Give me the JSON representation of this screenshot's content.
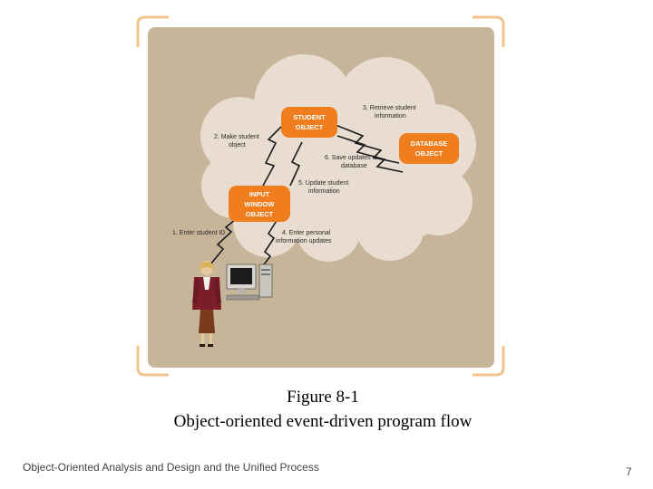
{
  "diagram": {
    "objects": {
      "student": [
        "STUDENT",
        "OBJECT"
      ],
      "database": [
        "DATABASE",
        "OBJECT"
      ],
      "input": [
        "INPUT",
        "WINDOW",
        "OBJECT"
      ]
    },
    "steps": {
      "s1": [
        "1. Enter student ID"
      ],
      "s2": [
        "2. Make student",
        "object"
      ],
      "s3": [
        "3. Retrieve student",
        "information"
      ],
      "s4": [
        "4. Enter personal",
        "information updates"
      ],
      "s5": [
        "5. Update student",
        "information"
      ],
      "s6": [
        "6. Save updates to",
        "database"
      ]
    },
    "colors": {
      "panel": "#c7b59a",
      "cloud": "#e8ddd0",
      "object": "#f07e1f",
      "bracket": "#f2c38a"
    }
  },
  "caption": {
    "line1": "Figure 8-1",
    "line2": "Object-oriented event-driven program flow"
  },
  "footer": {
    "course": "Object-Oriented Analysis and Design and the Unified Process",
    "page": "7"
  }
}
